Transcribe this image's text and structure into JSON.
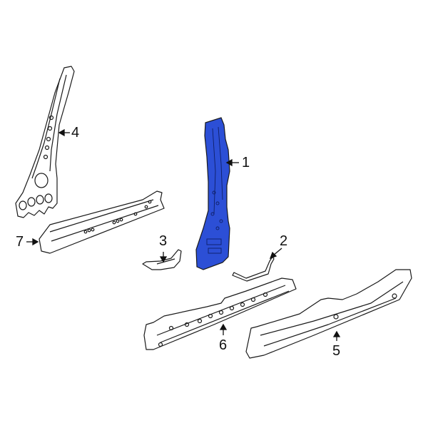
{
  "diagram": {
    "highlight_color": "#2c4fd6",
    "outline_color": "#1a1a1a",
    "parts": [
      {
        "callout": "1",
        "description": "highlighted center pillar (B-pillar) reinforcement",
        "highlighted": true
      },
      {
        "callout": "2",
        "description": "bent rod / bracket"
      },
      {
        "callout": "3",
        "description": "small bracket"
      },
      {
        "callout": "4",
        "description": "front pillar (A-pillar) inner panel"
      },
      {
        "callout": "5",
        "description": "outer rocker panel"
      },
      {
        "callout": "6",
        "description": "inner rocker panel"
      },
      {
        "callout": "7",
        "description": "rocker reinforcement"
      }
    ]
  }
}
